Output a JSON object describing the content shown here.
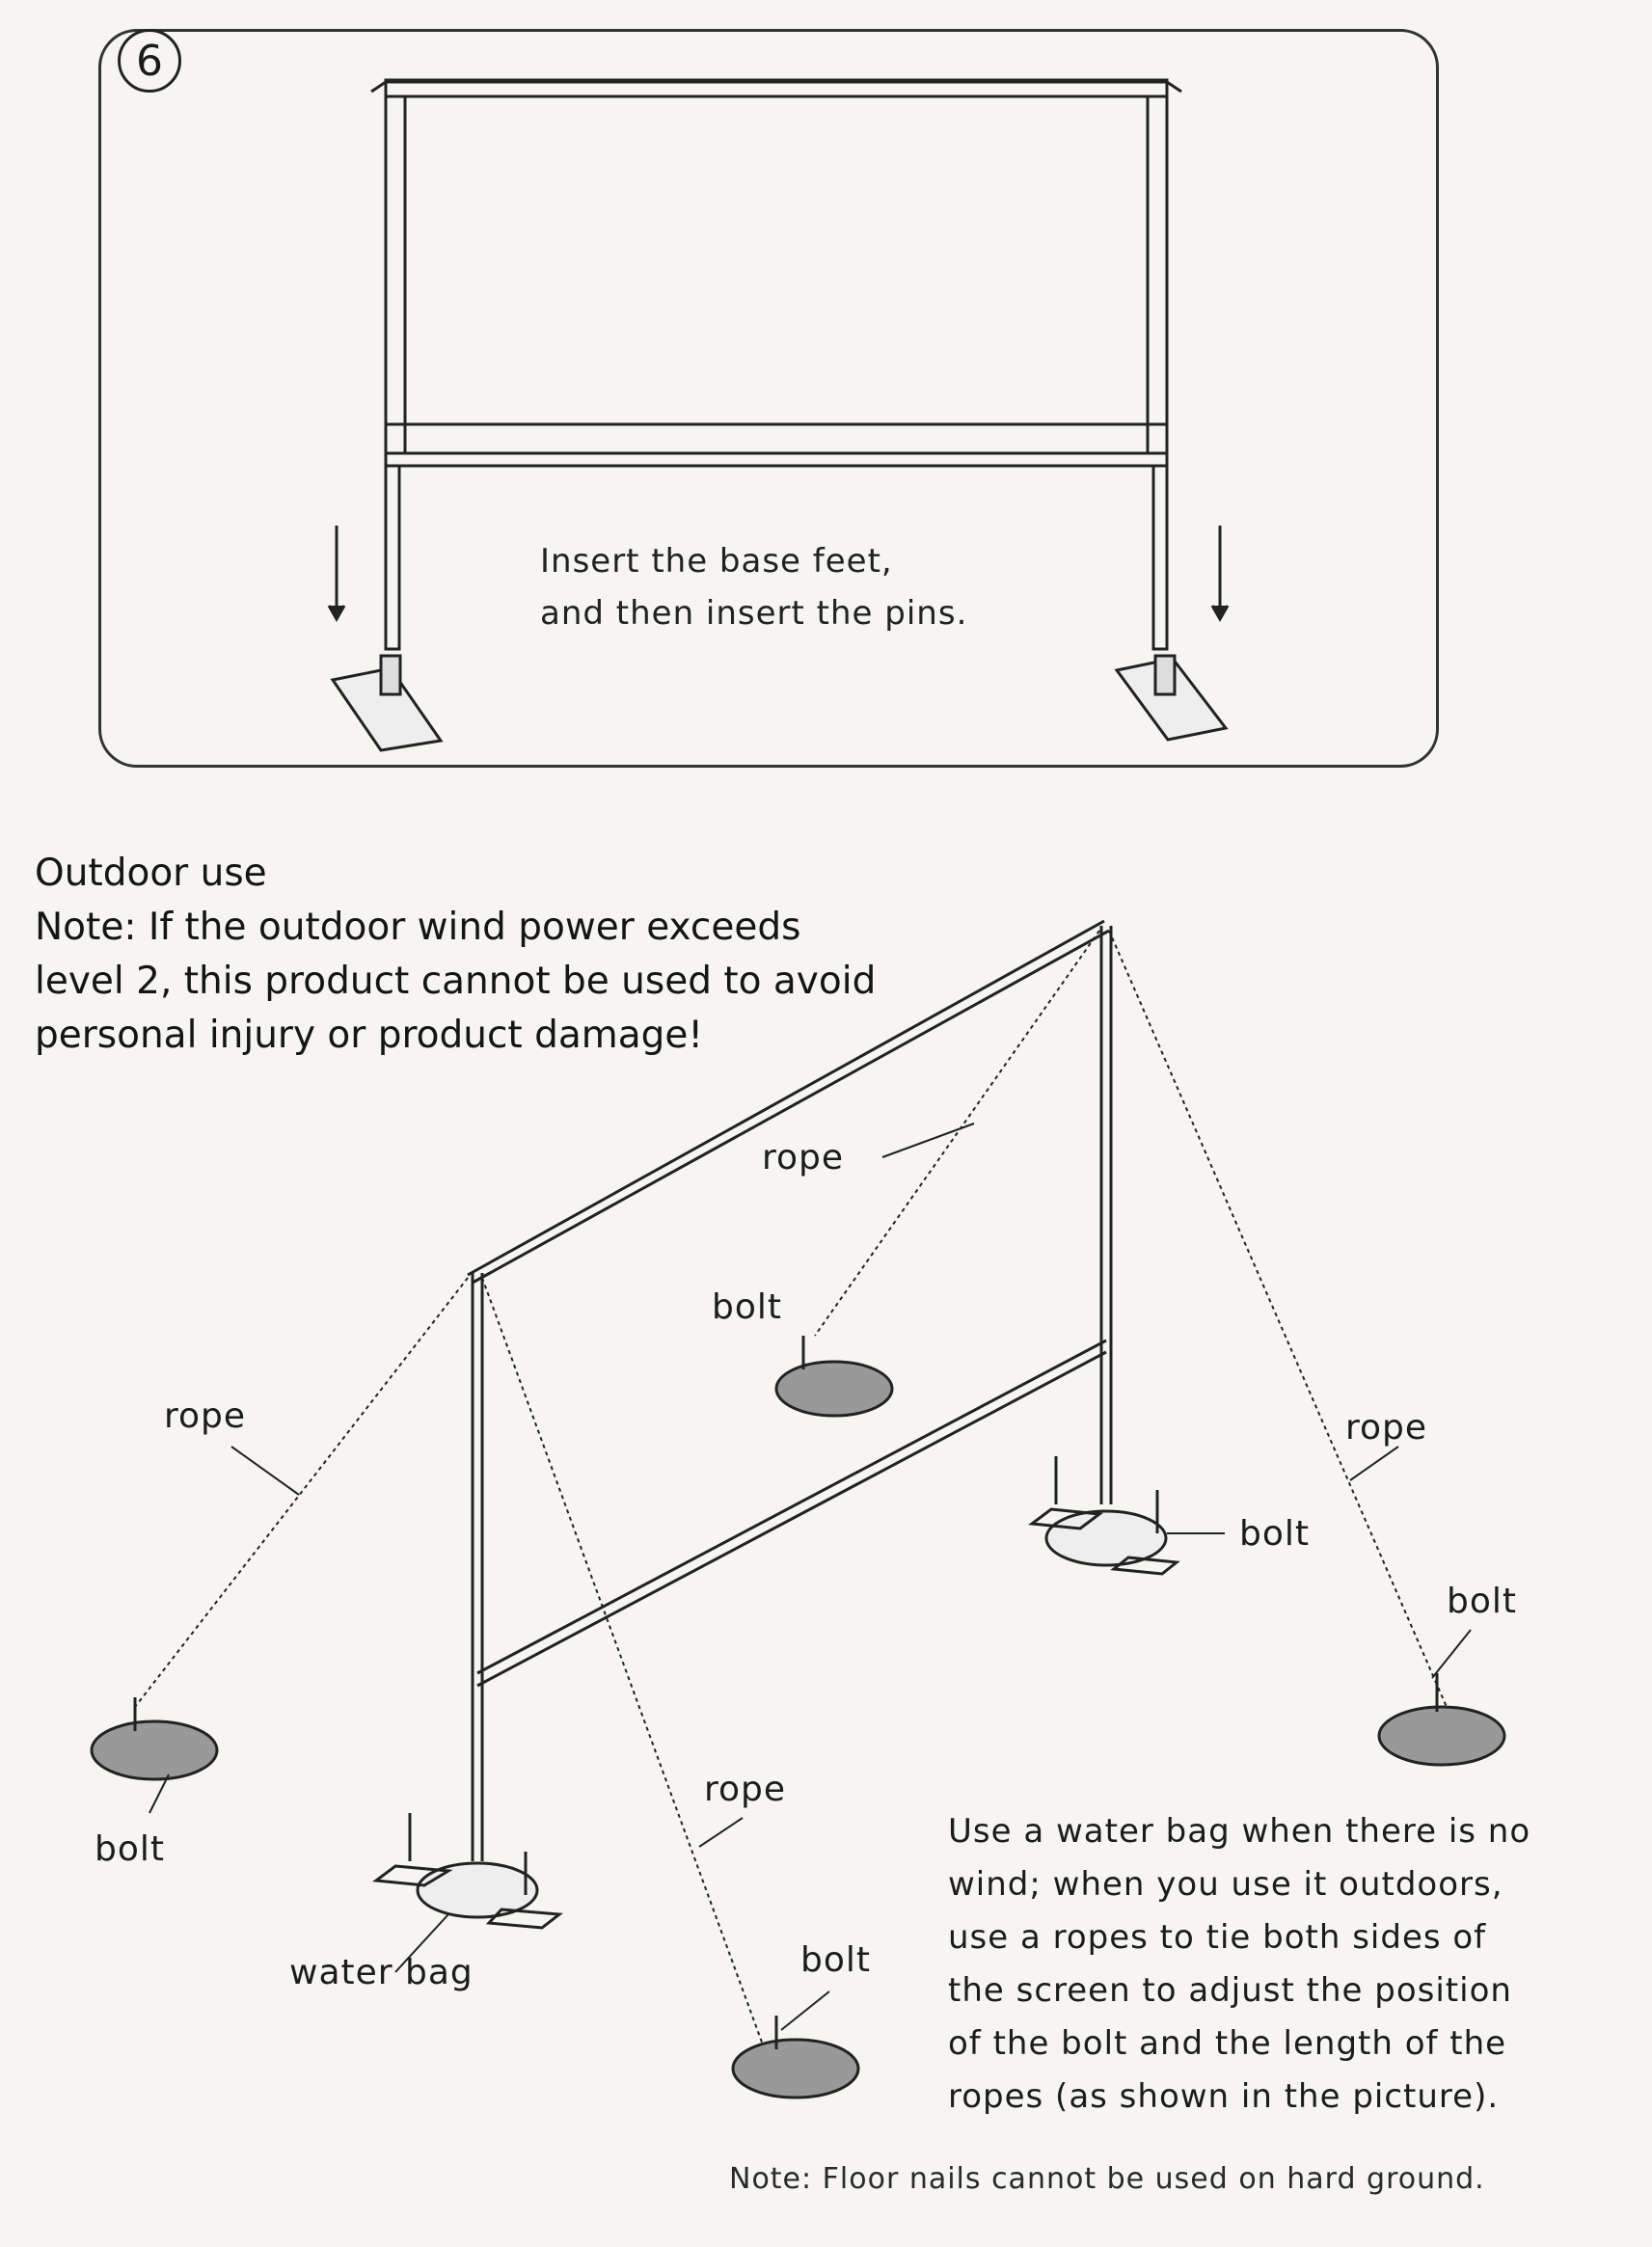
{
  "step": {
    "number": "6",
    "caption_lines": [
      "Insert the base feet,",
      "and then insert the pins."
    ]
  },
  "outdoor": {
    "heading": "Outdoor use",
    "note_lines": [
      "Note: If the outdoor wind power exceeds",
      "level 2, this product cannot be used to avoid",
      "personal injury or product damage!"
    ]
  },
  "labels": {
    "rope_back": "rope",
    "bolt_back": "bolt",
    "rope_left": "rope",
    "rope_right": "rope",
    "bolt_base_right": "bolt",
    "bolt_far_right": "bolt",
    "bolt_left": "bolt",
    "rope_front": "rope",
    "water_bag": "water bag",
    "bolt_front": "bolt"
  },
  "instructions": {
    "lines": [
      "Use a water bag when there is no",
      "wind; when you use it outdoors,",
      "use a ropes to tie both sides of",
      "the screen to adjust the position",
      "of the bolt and the length of the",
      "ropes (as shown in the picture)."
    ]
  },
  "footnote": "Note: Floor nails cannot be used on hard ground.",
  "colors": {
    "ink": "#1a1a1a",
    "paper": "#f6f5f1"
  }
}
